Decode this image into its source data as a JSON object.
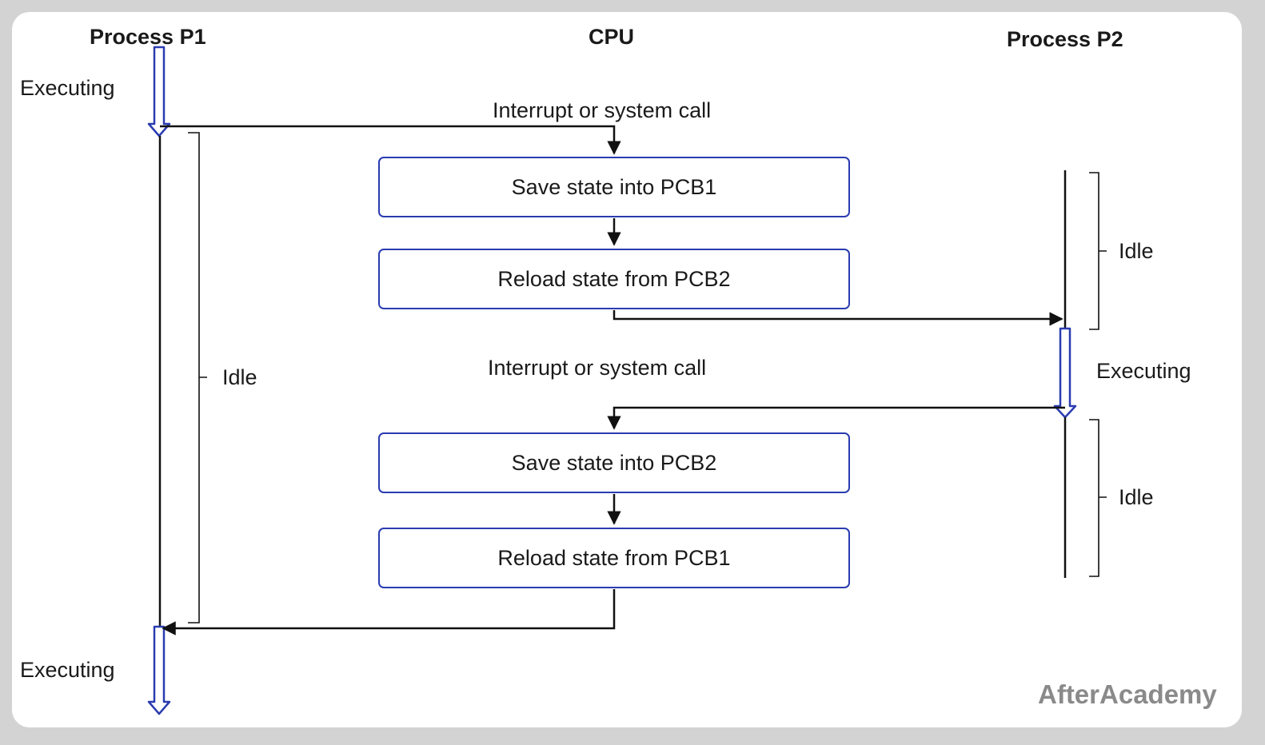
{
  "columns": {
    "process_p1": "Process P1",
    "cpu": "CPU",
    "process_p2": "Process P2"
  },
  "p1": {
    "executing_top": "Executing",
    "idle": "Idle",
    "executing_bottom": "Executing"
  },
  "p2": {
    "idle_top": "Idle",
    "executing": "Executing",
    "idle_bottom": "Idle"
  },
  "cpu_steps": {
    "interrupt_1": "Interrupt or system call",
    "save_pcb1": "Save state into PCB1",
    "reload_pcb2": "Reload state from PCB2",
    "interrupt_2": "Interrupt or system call",
    "save_pcb2": "Save state into PCB2",
    "reload_pcb1": "Reload state from PCB1"
  },
  "brand": {
    "logo_text": "AfterAcademy"
  },
  "colors": {
    "execution_arrow": "#2a3cb0",
    "box_border": "#2a3cb0",
    "line": "#111111",
    "background": "#d3d3d3",
    "logo": "#8a8a8a"
  }
}
